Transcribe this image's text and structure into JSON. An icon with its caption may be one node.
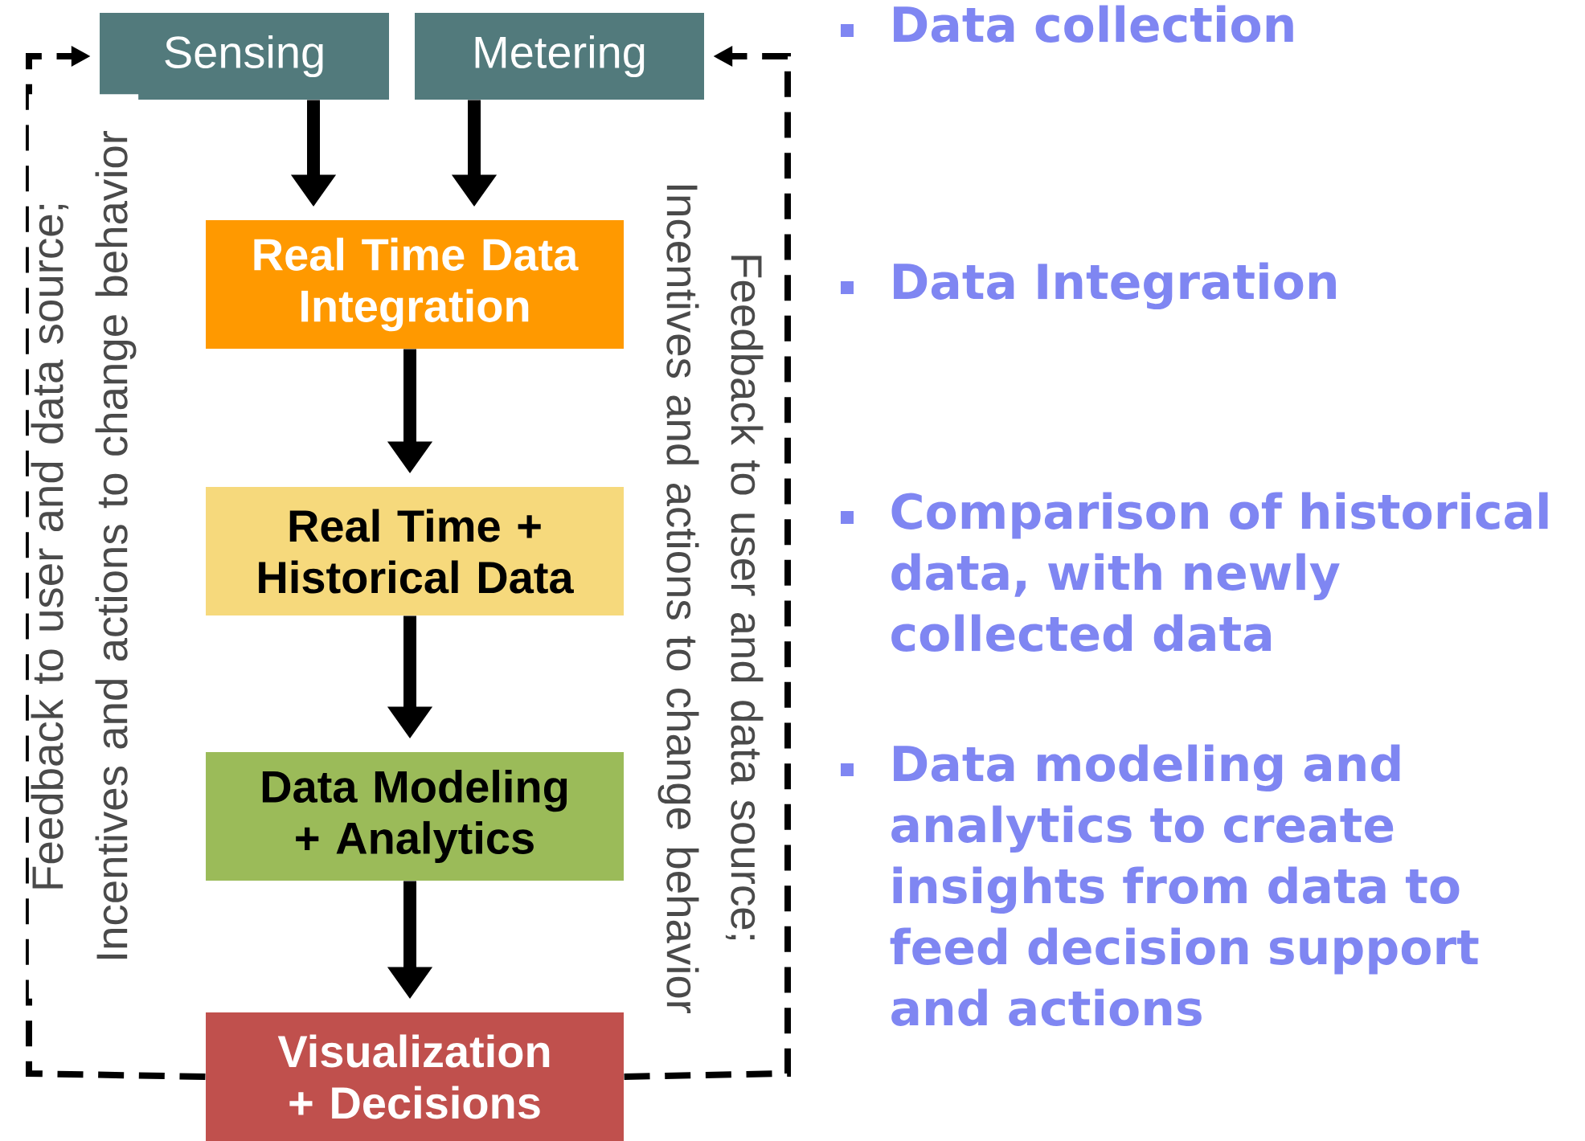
{
  "diagram": {
    "nodes": [
      {
        "text": [
          "Sensing"
        ]
      },
      {
        "text": [
          "Metering"
        ]
      },
      {
        "text": [
          "Real Time Data Integration"
        ]
      },
      {
        "text": [
          "Real Time + Historical Data"
        ]
      },
      {
        "text": [
          "Data Modeling + Analytics"
        ]
      },
      {
        "text": [
          "Visualization + Decisions"
        ]
      }
    ],
    "edges": [
      {
        "from": 0,
        "to": 2,
        "arrow": "to"
      },
      {
        "from": 1,
        "to": 2,
        "arrow": "to"
      },
      {
        "from": 2,
        "to": 3,
        "arrow": "to"
      },
      {
        "from": 3,
        "to": 4,
        "arrow": "to"
      },
      {
        "from": 4,
        "to": 5,
        "arrow": "to"
      },
      {
        "from": 5,
        "to": 0,
        "arrow": "to",
        "style": "dashed",
        "label": "Feedback to user and data source; Incentives and actions to change behavior"
      },
      {
        "from": 5,
        "to": 1,
        "arrow": "to",
        "style": "dashed",
        "label": "Feedback to user and data source; Incentives and actions to change behavior"
      }
    ],
    "labels": [
      "Data collection",
      "Data Integration",
      "Comparison of historical data, with newly collected data",
      "Data modeling and analytics to create insights from data to feed decision support and actions"
    ]
  }
}
